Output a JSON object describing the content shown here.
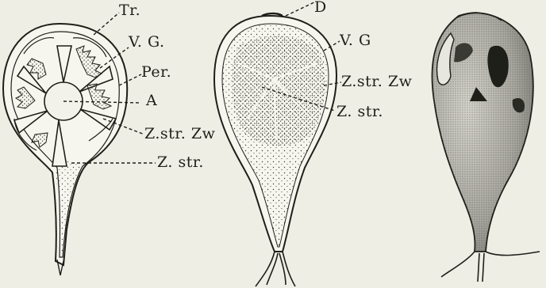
{
  "figure": {
    "labels": {
      "left": {
        "tr": "Tr.",
        "vg": "V. G.",
        "per": "Per.",
        "a": "A",
        "zstr_zw": "Z.str. Zw",
        "zstr": "Z. str."
      },
      "middle": {
        "d": "D",
        "vg": "V. G",
        "zstr_zw": "Z.str. Zw",
        "zstr": "Z. str."
      }
    },
    "colors": {
      "background": "#efeee5",
      "ink": "#1f1f1a",
      "interior": "#f6f5ee",
      "shading": "#6a6a63"
    }
  }
}
